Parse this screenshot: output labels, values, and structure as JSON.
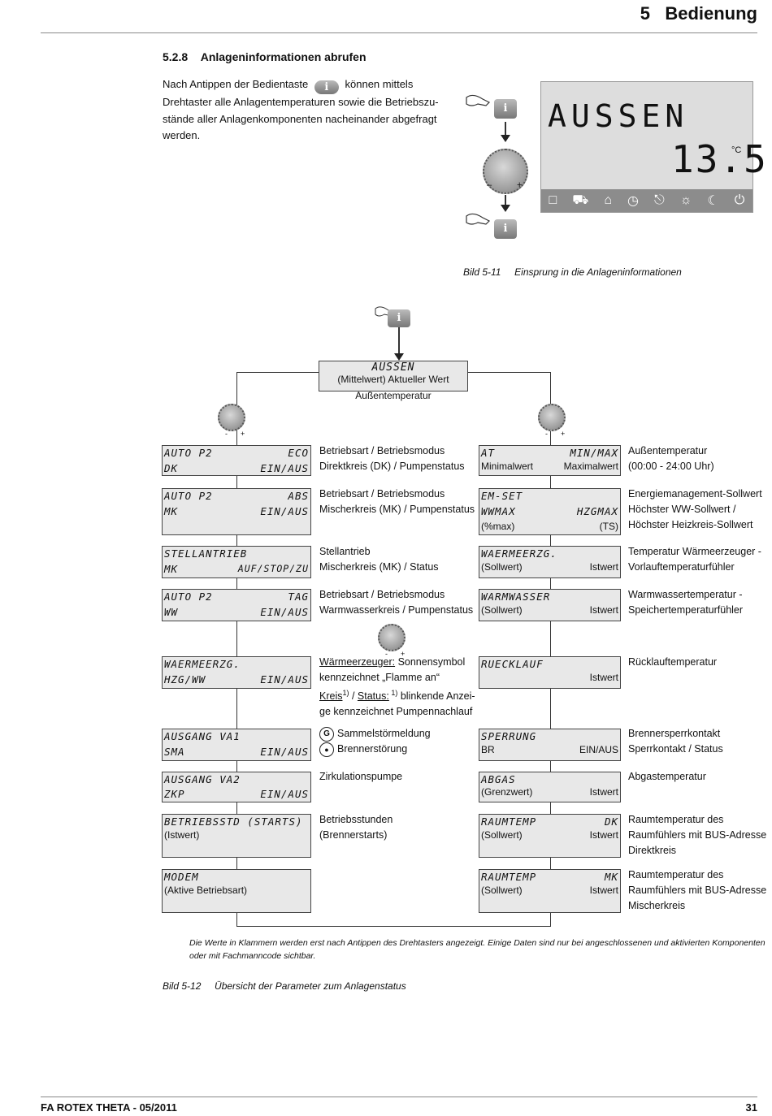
{
  "header": {
    "chapter_num": "5",
    "chapter_title": "Bedienung"
  },
  "section": {
    "number": "5.2.8",
    "title": "Anlageninformationen abrufen",
    "para_before": "Nach Antippen der Bedientaste",
    "para_after_l1": "können mittels",
    "para_l2": "Drehtaster alle Anlagentemperaturen sowie die Betriebszu-",
    "para_l3": "stände aller Anlagenkomponenten nacheinander abgefragt",
    "para_l4": "werden.",
    "i_label": "i"
  },
  "figure1": {
    "display_text": "AUSSEN",
    "display_value": "13.5",
    "display_unit": "°C",
    "knob_minus": "–",
    "knob_plus": "+",
    "i_label": "i",
    "caption_num": "Bild 5-11",
    "caption_text": "Einsprung in die Anlageninformationen",
    "icons": [
      "case-icon",
      "car-icon",
      "house-icon",
      "clock-icon",
      "tap-icon",
      "sun-icon",
      "moon-icon",
      "power-icon"
    ]
  },
  "figure2": {
    "top": {
      "lcd": "AUSSEN",
      "l2": "(Mittelwert) Aktueller Wert",
      "l3": "Außentemperatur"
    },
    "i_label": "i",
    "minus": "-",
    "plus": "+",
    "left": [
      {
        "lcd1": "AUTO P2",
        "lcd1r": "ECO",
        "lcd2": "DK",
        "lcd2r": "EIN/AUS",
        "d1": "Betriebsart / Betriebsmodus",
        "d2": "Direktkreis (DK) / Pumpenstatus"
      },
      {
        "lcd1": "AUTO P2",
        "lcd1r": "ABS",
        "lcd2": "MK",
        "lcd2r": "EIN/AUS",
        "d1": "Betriebsart / Betriebsmodus",
        "d2": "Mischerkreis (MK) / Pumpenstatus"
      },
      {
        "lcd1": "STELLANTRIEB",
        "lcd1r": "",
        "lcd2": "MK",
        "lcd2r": "AUF/STOP/ZU",
        "d1": "Stellantrieb",
        "d2": "Mischerkreis (MK) / Status"
      },
      {
        "lcd1": "AUTO P2",
        "lcd1r": "TAG",
        "lcd2": "WW",
        "lcd2r": "EIN/AUS",
        "d1": "Betriebsart / Betriebsmodus",
        "d2": "Warmwasserkreis / Pumpenstatus"
      },
      {
        "lcd1": "WAERMEERZG.",
        "lcd1r": "",
        "lcd2": "HZG/WW",
        "lcd2r": "EIN/AUS"
      },
      {
        "lcd1": "AUSGANG VA1",
        "lcd1r": "",
        "lcd2": "SMA",
        "lcd2r": "EIN/AUS"
      },
      {
        "lcd1": "AUSGANG VA2",
        "lcd1r": "",
        "lcd2": "ZKP",
        "lcd2r": "EIN/AUS",
        "d1": "Zirkulationspumpe"
      },
      {
        "lcd1": "BETRIEBSSTD (STARTS)",
        "t2": "(Istwert)",
        "d1": "Betriebsstunden",
        "d2": "(Brennerstarts)"
      },
      {
        "lcd1": "MODEM",
        "t2": "(Aktive Betriebsart)"
      }
    ],
    "waerme_desc": {
      "u1": "Wärmeerzeuger:",
      "a1": " Sonnensymbol",
      "l2": "kennzeichnet „Flamme an“",
      "u3": "Kreis",
      "sup": "1)",
      "s3": " / ",
      "u3b": "Status:",
      "sup2": " 1)",
      "a3": " blinkende Anzei-",
      "l4": "ge kennzeichnet Pumpennachlauf"
    },
    "va1_desc": {
      "g": "G",
      "l1": "Sammelstörmeldung",
      "l2": "Brennerstörung"
    },
    "right": [
      {
        "lcd1": "AT",
        "lcd1r": "MIN/MAX",
        "t2": "Minimalwert",
        "t2r": "Maximalwert",
        "d1": "Außentemperatur",
        "d2": "(00:00 - 24:00 Uhr)"
      },
      {
        "lcd1": "EM-SET",
        "lcd2": "WWMAX",
        "lcd2r": "HZGMAX",
        "t3": "(%max)",
        "t3r": "(TS)",
        "d1": "Energiemanagement-Sollwert",
        "d2": "Höchster WW-Sollwert /",
        "d3": "Höchster Heizkreis-Sollwert"
      },
      {
        "lcd1": "WAERMEERZG.",
        "t2": "(Sollwert)",
        "t2r": "Istwert",
        "d1": "Temperatur Wärmeerzeuger -",
        "d2": "Vorlauftemperaturfühler"
      },
      {
        "lcd1": "WARMWASSER",
        "t2": "(Sollwert)",
        "t2r": "Istwert",
        "d1": "Warmwassertemperatur -",
        "d2": "Speichertemperaturfühler"
      },
      {
        "lcd1": "RUECKLAUF",
        "t2r": "Istwert",
        "d1": "Rücklauftemperatur"
      },
      {
        "lcd1": "SPERRUNG",
        "t2": "BR",
        "t2r": "EIN/AUS",
        "d1": "Brennersperrkontakt",
        "d2": "Sperrkontakt / Status"
      },
      {
        "lcd1": "ABGAS",
        "t2": "(Grenzwert)",
        "t2r": "Istwert",
        "d1": "Abgastemperatur"
      },
      {
        "lcd1": "RAUMTEMP",
        "lcd1r": "DK",
        "t2": "(Sollwert)",
        "t2r": "Istwert",
        "d1": "Raumtemperatur des",
        "d2": "Raumfühlers mit BUS-Adresse",
        "d3": "Direktkreis"
      },
      {
        "lcd1": "RAUMTEMP",
        "lcd1r": "MK",
        "t2": "(Sollwert)",
        "t2r": "Istwert",
        "d1": "Raumtemperatur des",
        "d2": "Raumfühlers mit BUS-Adresse",
        "d3": "Mischerkreis"
      }
    ],
    "note_l1": "Die Werte in Klammern werden erst nach Antippen des Drehtasters angezeigt. Einige Daten sind nur bei angeschlossenen und aktivierten Komponenten",
    "note_l2": "oder mit Fachmanncode sichtbar.",
    "caption_num": "Bild 5-12",
    "caption_text": "Übersicht der Parameter zum Anlagenstatus"
  },
  "footer": {
    "left": "FA ROTEX THETA - 05/2011",
    "page": "31"
  }
}
